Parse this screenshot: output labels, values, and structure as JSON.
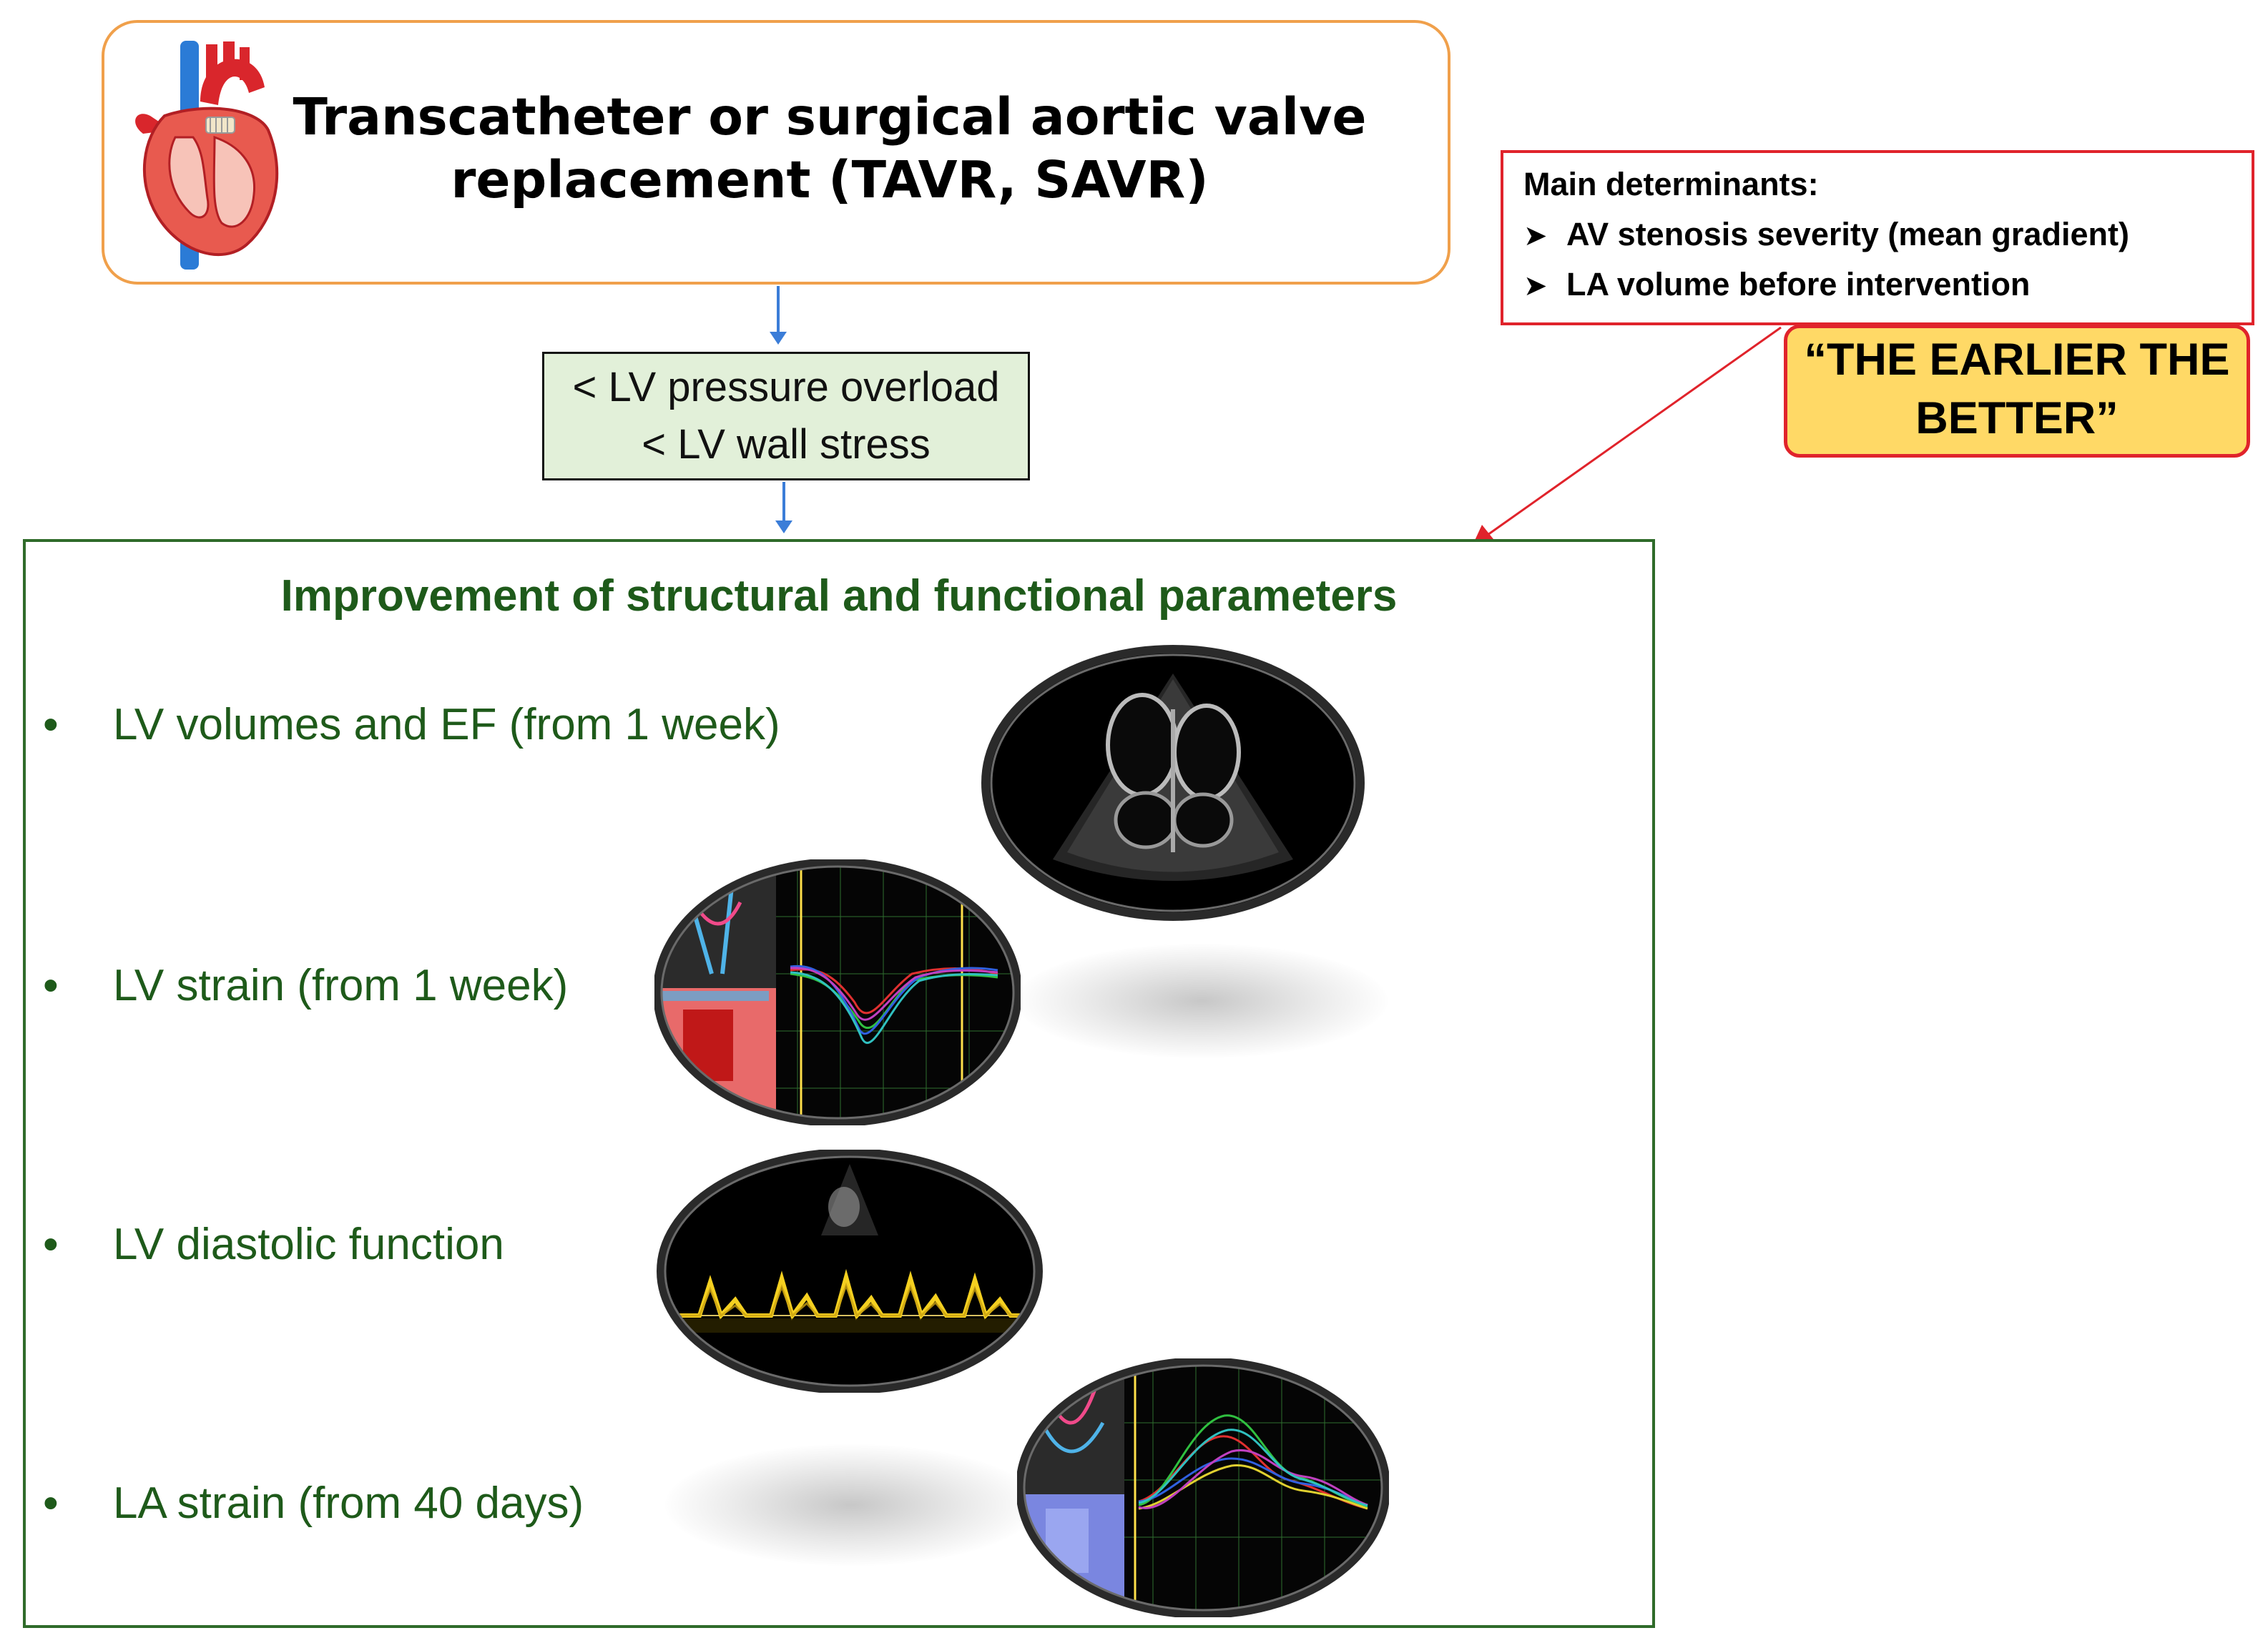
{
  "procedure": {
    "title_line1": "Transcatheter or surgical aortic valve",
    "title_line2": "replacement (TAVR, SAVR)"
  },
  "effect": {
    "line1": "< LV pressure overload",
    "line2": "< LV wall stress"
  },
  "determinants": {
    "title": "Main determinants:",
    "items": [
      "AV stenosis severity (mean gradient)",
      "LA volume before intervention"
    ],
    "bullet_icon": "arrow-bullet-icon"
  },
  "callout": {
    "line1": "“THE EARLIER THE",
    "line2": "BETTER”"
  },
  "improvement": {
    "title": "Improvement of structural and functional parameters",
    "items": [
      "LV volumes and EF (from 1 week)",
      "LV strain (from 1 week)",
      "LV diastolic function",
      "LA strain (from 40 days)"
    ]
  },
  "colors": {
    "procedure_border": "#f0a04b",
    "effect_fill": "#e2f0d9",
    "determinants_border": "#e0232b",
    "callout_fill": "#ffd966",
    "improvement_text": "#1e5a1a",
    "flow_arrow": "#3b7dd8"
  },
  "icons": [
    "heart-icon",
    "echo-4chamber-image",
    "lv-strain-image",
    "doppler-diastolic-image",
    "la-strain-image"
  ]
}
